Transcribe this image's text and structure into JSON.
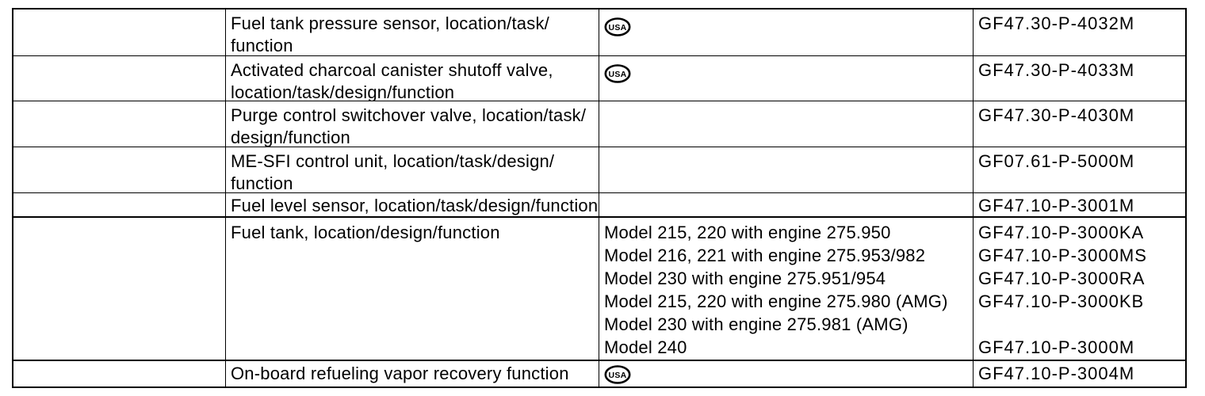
{
  "icons": {
    "usa_label": "USA"
  },
  "table": {
    "rows": [
      {
        "description_lines": [
          "Fuel tank pressure sensor, location/task/",
          "function"
        ],
        "market_flag": "USA",
        "code_lines": [
          "GF47.30-P-4032M"
        ]
      },
      {
        "description_lines": [
          "Activated charcoal canister shutoff valve,",
          "location/task/design/function"
        ],
        "market_flag": "USA",
        "code_lines": [
          "GF47.30-P-4033M"
        ]
      },
      {
        "description_lines": [
          "Purge control switchover valve, location/task/",
          "design/function"
        ],
        "market_flag": "",
        "code_lines": [
          "GF47.30-P-4030M"
        ]
      },
      {
        "description_lines": [
          "ME-SFI control unit, location/task/design/",
          "function"
        ],
        "market_flag": "",
        "code_lines": [
          "GF07.61-P-5000M"
        ]
      },
      {
        "description_lines": [
          "Fuel level sensor, location/task/design/function"
        ],
        "market_flag": "",
        "code_lines": [
          "GF47.10-P-3001M"
        ]
      },
      {
        "description_lines": [
          "Fuel tank, location/design/function"
        ],
        "market_flag": "",
        "model_lines": [
          "Model 215, 220 with engine 275.950",
          "Model 216, 221 with engine 275.953/982",
          "Model 230 with engine 275.951/954",
          "Model 215, 220 with engine 275.980 (AMG)",
          "Model 230 with engine 275.981 (AMG)",
          "Model 240"
        ],
        "code_lines": [
          "GF47.10-P-3000KA",
          "GF47.10-P-3000MS",
          "GF47.10-P-3000RA",
          "GF47.10-P-3000KB",
          "",
          "GF47.10-P-3000M"
        ]
      },
      {
        "description_lines": [
          "On-board refueling vapor recovery function"
        ],
        "market_flag": "USA",
        "code_lines": [
          "GF47.10-P-3004M"
        ]
      }
    ]
  }
}
